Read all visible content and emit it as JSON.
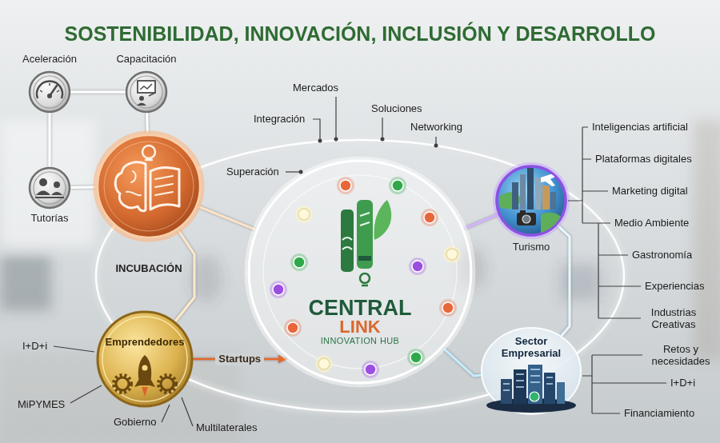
{
  "diagram": {
    "title": "SOSTENIBILIDAD, INNOVACIÓN, INCLUSIÓN Y DESARROLLO",
    "nodes": [
      {
        "text": [
          "Aceleración"
        ]
      },
      {
        "text": [
          "Capacitación"
        ]
      },
      {
        "text": [
          "Tutorías"
        ]
      },
      {
        "text": [
          "INCUBACIÓN"
        ]
      },
      {
        "text": [
          "Emprendedores"
        ]
      },
      {
        "text": [
          "CENTRAL",
          "LINK",
          "INNOVATION HUB"
        ]
      },
      {
        "text": [
          "Turismo"
        ]
      },
      {
        "text": [
          "Sector Empresarial"
        ]
      }
    ],
    "edges": [
      {
        "from": 0,
        "to": 1,
        "arrow": "none"
      },
      {
        "from": 0,
        "to": 2,
        "arrow": "none"
      },
      {
        "from": 1,
        "to": 3,
        "arrow": "none"
      },
      {
        "from": 2,
        "to": 3,
        "arrow": "none"
      },
      {
        "from": 3,
        "to": 5,
        "arrow": "none"
      },
      {
        "from": 3,
        "to": 4,
        "arrow": "none"
      },
      {
        "from": 4,
        "to": 5,
        "label": "Startups",
        "arrow": "to"
      },
      {
        "from": 5,
        "to": 6,
        "arrow": "none"
      },
      {
        "from": 5,
        "to": 7,
        "arrow": "none"
      },
      {
        "from": 6,
        "to": 7,
        "arrow": "none"
      }
    ],
    "labels": [
      "Mercados",
      "Integración",
      "Soluciones",
      "Networking",
      "Superación",
      "Inteligencias artificial",
      "Plataformas digitales",
      "Marketing digital",
      "Medio Ambiente",
      "Gastronomía",
      "Experiencias",
      "Industrias Creativas",
      "Retos y necesidades",
      "I+D+i",
      "Financiamiento",
      "I+D+i",
      "MiPYMES",
      "Gobierno",
      "Multilaterales"
    ]
  }
}
